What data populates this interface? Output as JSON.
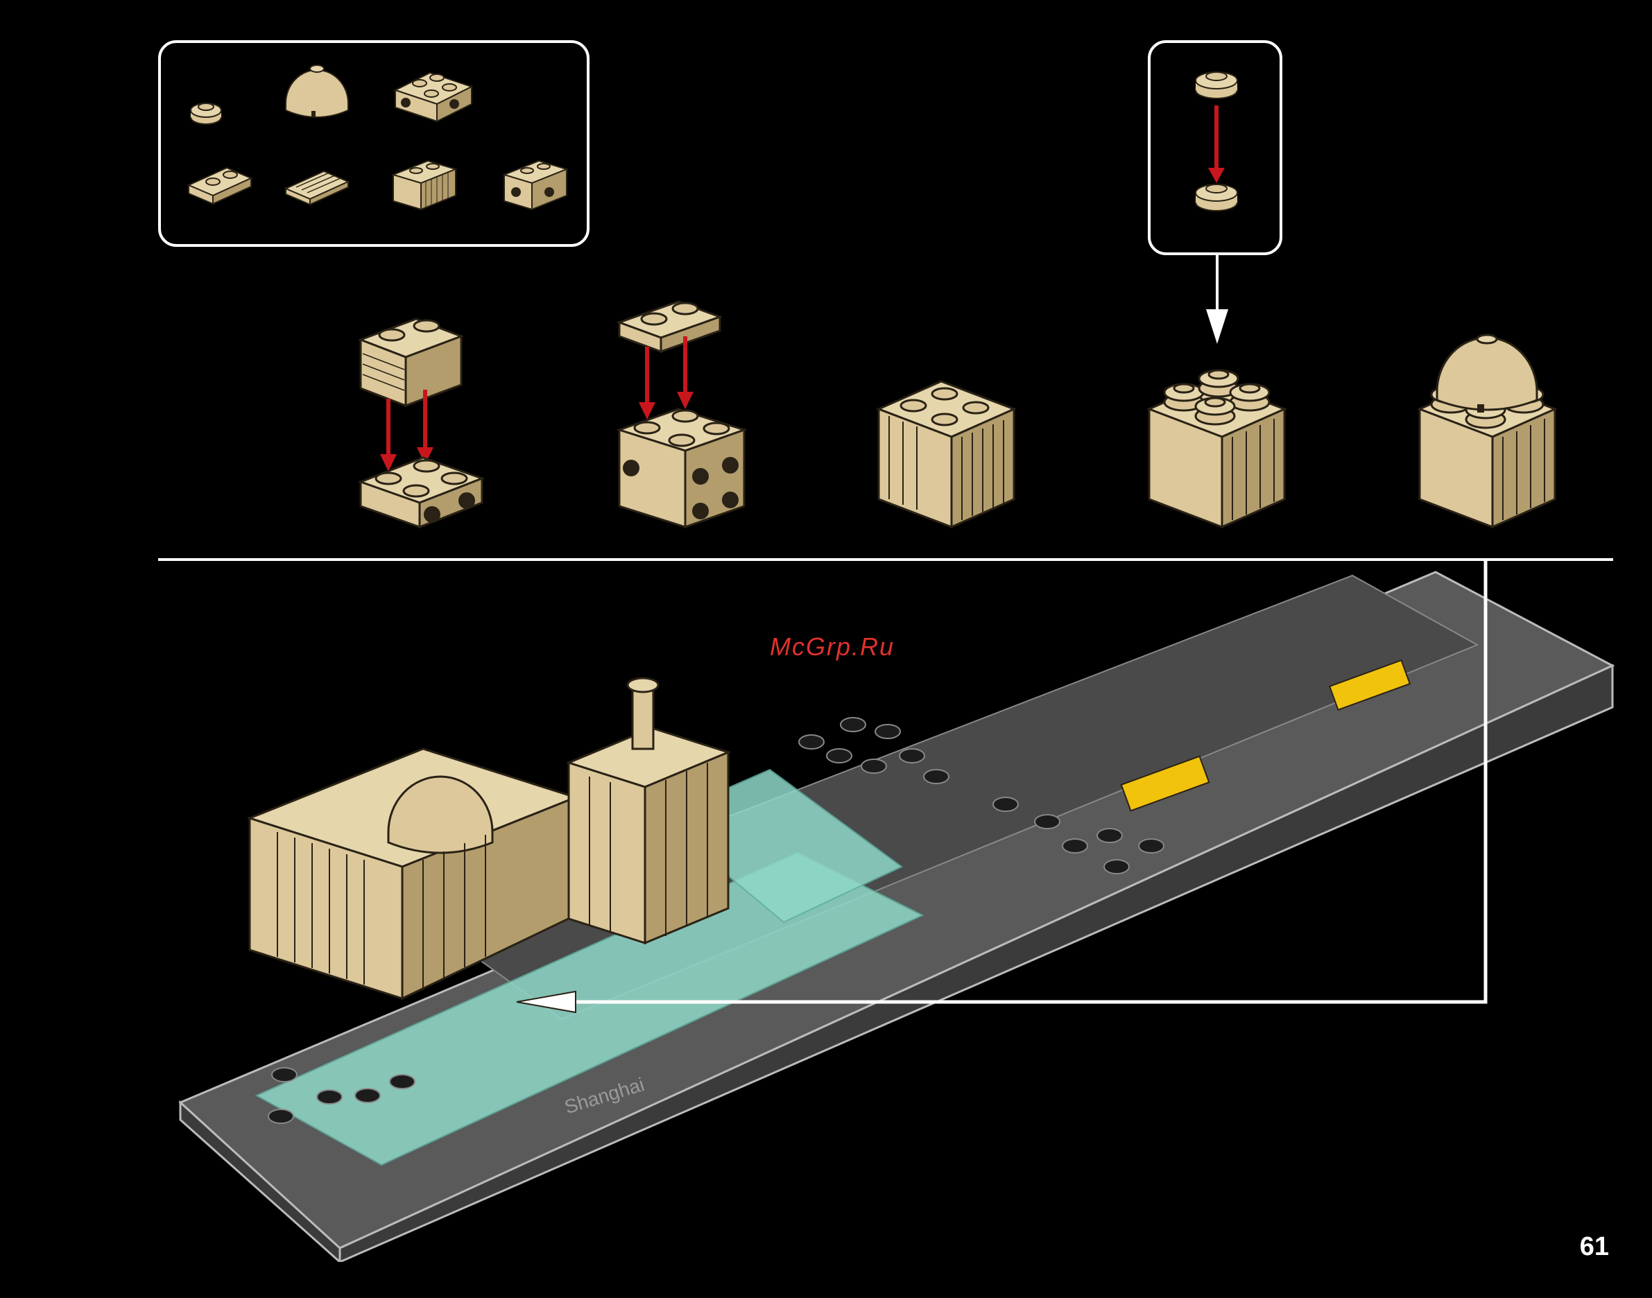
{
  "page": {
    "number": "61",
    "watermark": "McGrp.Ru",
    "base_label": "Shanghai"
  },
  "colors": {
    "tan": "#dcc89a",
    "tan_dark": "#b39d6c",
    "outline": "#2a2216",
    "arrow_red": "#c8161d",
    "base_dark": "#3b3b3b",
    "base_mid": "#5a5a5a",
    "base_light": "#767676",
    "trans_green": "#8fd8c8",
    "yellow": "#f2c30c"
  },
  "parts_panel": {
    "items": [
      {
        "name": "round-plate-1x1",
        "icon": "round-plate-icon"
      },
      {
        "name": "dome-2x2",
        "icon": "dome-icon"
      },
      {
        "name": "brick-2x2-studs-side",
        "icon": "side-stud-brick-icon"
      },
      {
        "name": "plate-1x2",
        "icon": "plate-icon"
      },
      {
        "name": "grille-tile",
        "icon": "grille-tile-icon"
      },
      {
        "name": "profile-brick",
        "icon": "profile-brick-icon"
      },
      {
        "name": "brick-side-studs",
        "icon": "side-stud-brick-icon"
      }
    ]
  },
  "steps": [
    {
      "name": "step-1",
      "description_icon": "profile-brick-onto-side-stud-brick"
    },
    {
      "name": "step-2",
      "description_icon": "plate-onto-brick"
    },
    {
      "name": "step-3",
      "description_icon": "assembled-block"
    },
    {
      "name": "step-4",
      "description_icon": "block-with-round-plates"
    },
    {
      "name": "step-5",
      "description_icon": "block-with-dome"
    }
  ]
}
